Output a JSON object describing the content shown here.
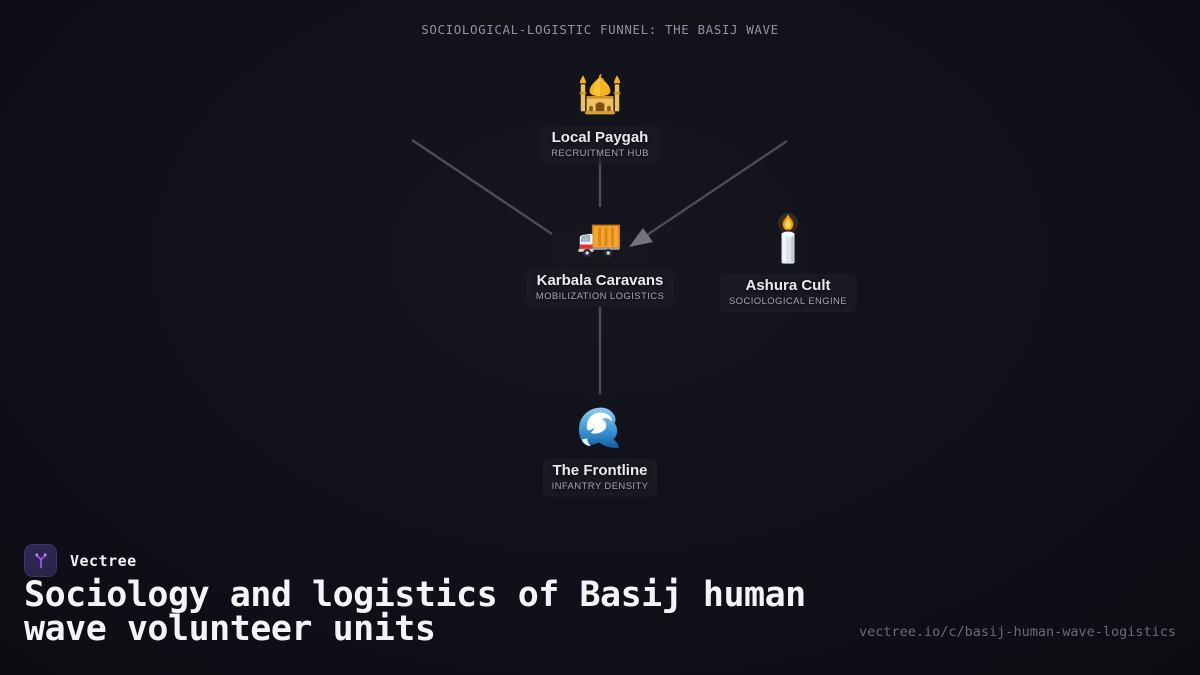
{
  "header": {
    "title": "SOCIOLOGICAL-LOGISTIC FUNNEL: THE BASIJ WAVE"
  },
  "diagram": {
    "nodes": [
      {
        "id": "local-paygah",
        "icon": "mosque-icon",
        "title": "Local Paygah",
        "subtitle": "RECRUITMENT HUB"
      },
      {
        "id": "karbala-caravans",
        "icon": "truck-icon",
        "title": "Karbala Caravans",
        "subtitle": "MOBILIZATION LOGISTICS"
      },
      {
        "id": "ashura-cult",
        "icon": "candle-icon",
        "title": "Ashura Cult",
        "subtitle": "SOCIOLOGICAL ENGINE"
      },
      {
        "id": "the-frontline",
        "icon": "wave-icon",
        "title": "The Frontline",
        "subtitle": "INFANTRY DENSITY"
      }
    ],
    "edges": [
      {
        "from": "upper-left",
        "to": "karbala-caravans",
        "arrow": false
      },
      {
        "from": "local-paygah",
        "to": "karbala-caravans",
        "arrow": false
      },
      {
        "from": "upper-right",
        "to": "karbala-caravans",
        "arrow": true
      },
      {
        "from": "karbala-caravans",
        "to": "the-frontline",
        "arrow": false
      }
    ]
  },
  "footer": {
    "brand": "Vectree",
    "title": "Sociology and logistics of Basij human wave volunteer units",
    "url": "vectree.io/c/basij-human-wave-logistics"
  },
  "colors": {
    "background": "#0f0f16",
    "edge": "#4d4d54",
    "arrow": "#73737b",
    "accent_purple": "#a855f7",
    "node_title": "#e8eaed",
    "node_subtitle": "#a2a7b0",
    "muted_text": "#8e94a0",
    "url_text": "#666c78"
  }
}
